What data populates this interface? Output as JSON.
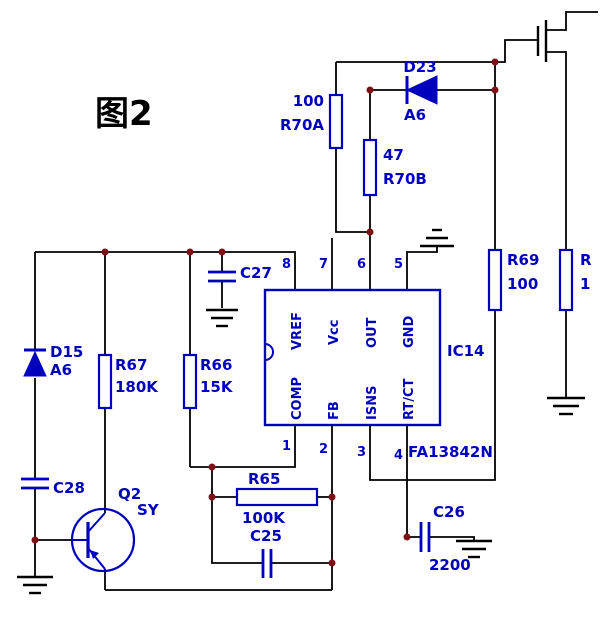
{
  "figure_label": "图2",
  "schematic": {
    "ic": {
      "designator": "IC14",
      "part_number": "FA13842N",
      "pins_top": [
        {
          "num": "8",
          "name": "VREF"
        },
        {
          "num": "7",
          "name": "Vcc"
        },
        {
          "num": "6",
          "name": "OUT"
        },
        {
          "num": "5",
          "name": "GND"
        }
      ],
      "pins_bottom": [
        {
          "num": "1",
          "name": "COMP"
        },
        {
          "num": "2",
          "name": "FB"
        },
        {
          "num": "3",
          "name": "ISNS"
        },
        {
          "num": "4",
          "name": "RT/CT"
        }
      ]
    },
    "resistors": [
      {
        "ref": "R70A",
        "value": "100"
      },
      {
        "ref": "R70B",
        "value": "47"
      },
      {
        "ref": "R69",
        "value": "100"
      },
      {
        "ref": "R",
        "value": "1"
      },
      {
        "ref": "R67",
        "value": "180K"
      },
      {
        "ref": "R66",
        "value": "15K"
      },
      {
        "ref": "R65",
        "value": "100K"
      }
    ],
    "capacitors": [
      {
        "ref": "C27"
      },
      {
        "ref": "C28"
      },
      {
        "ref": "C25"
      },
      {
        "ref": "C26",
        "value": "2200"
      }
    ],
    "diodes": [
      {
        "ref": "D23",
        "value": "A6"
      },
      {
        "ref": "D15",
        "value": "A6"
      }
    ],
    "transistors": [
      {
        "ref": "Q2",
        "value": "SY"
      }
    ]
  },
  "colors": {
    "component_blue": "#0000bd",
    "wire_black": "#000000",
    "junction_red": "#7c1116"
  }
}
